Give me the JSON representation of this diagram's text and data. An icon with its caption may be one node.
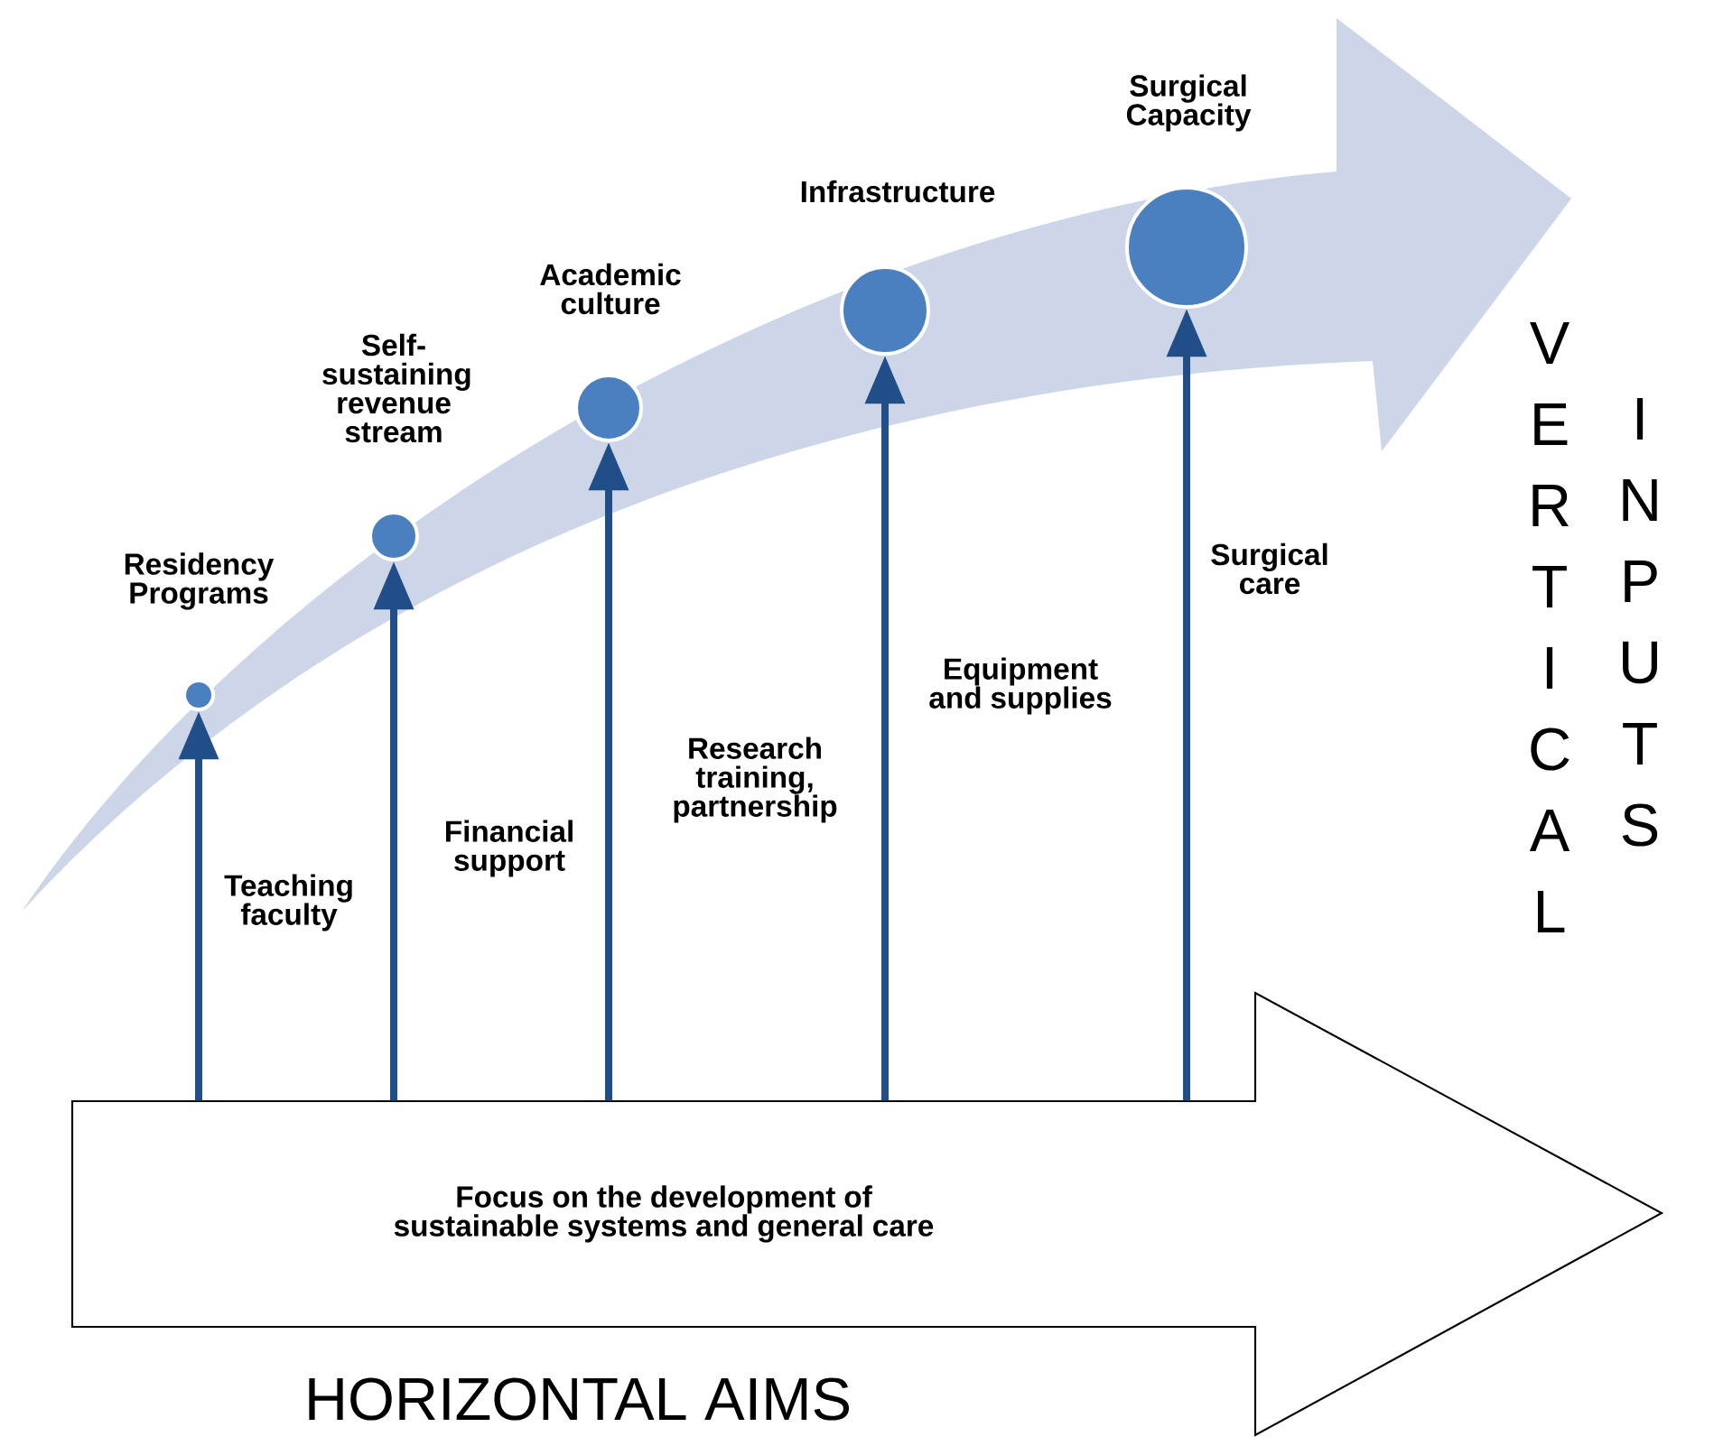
{
  "diagram": {
    "nodes": [
      {
        "text": [
          "Focus on the development of sustainable systems and general care"
        ]
      },
      {
        "text": [],
        "shape": "circle",
        "beside": [
          "Residency Programs"
        ]
      },
      {
        "text": [],
        "shape": "circle",
        "beside": [
          "Self-sustaining revenue stream"
        ]
      },
      {
        "text": [],
        "shape": "circle",
        "beside": [
          "Academic culture"
        ]
      },
      {
        "text": [],
        "shape": "circle",
        "beside": [
          "Infrastructure"
        ]
      },
      {
        "text": [],
        "shape": "circle",
        "beside": [
          "Surgical Capacity"
        ]
      }
    ],
    "edges": [
      {
        "from": 0,
        "to": 1,
        "arrow": "to",
        "label": "Teaching faculty"
      },
      {
        "from": 0,
        "to": 2,
        "arrow": "to",
        "label": "Financial support"
      },
      {
        "from": 0,
        "to": 3,
        "arrow": "to",
        "label": "Research training, partnership"
      },
      {
        "from": 0,
        "to": 4,
        "arrow": "to",
        "label": "Equipment and supplies"
      },
      {
        "from": 0,
        "to": 5,
        "arrow": "to",
        "label": "Surgical care"
      }
    ],
    "labels": [
      "V",
      "E",
      "R",
      "T",
      "I",
      "C",
      "A",
      "L",
      "I",
      "N",
      "P",
      "U",
      "T",
      "S",
      "HORIZONTAL AIMS"
    ]
  }
}
